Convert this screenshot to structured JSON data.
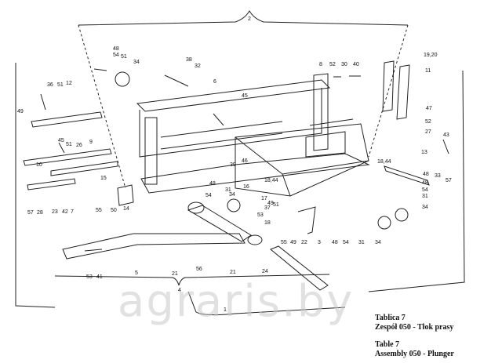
{
  "caption": {
    "pl_table": "Tablica 7",
    "pl_title": "Zespół 050 - Tłok prasy",
    "en_table": "Table 7",
    "en_title": "Assembly 050 - Plunger"
  },
  "watermark": "agraris.by",
  "part_labels": [
    {
      "id": "2",
      "text": "2"
    },
    {
      "id": "48a",
      "text": "48"
    },
    {
      "id": "54a",
      "text": "54"
    },
    {
      "id": "51a",
      "text": "51"
    },
    {
      "id": "34a",
      "text": "34"
    },
    {
      "id": "38",
      "text": "38"
    },
    {
      "id": "32",
      "text": "32"
    },
    {
      "id": "6",
      "text": "6"
    },
    {
      "id": "8",
      "text": "8"
    },
    {
      "id": "52a",
      "text": "52"
    },
    {
      "id": "30",
      "text": "30"
    },
    {
      "id": "40",
      "text": "40"
    },
    {
      "id": "1920",
      "text": "19,20"
    },
    {
      "id": "11",
      "text": "11"
    },
    {
      "id": "36",
      "text": "36"
    },
    {
      "id": "51b",
      "text": "51"
    },
    {
      "id": "12",
      "text": "12"
    },
    {
      "id": "49a",
      "text": "49"
    },
    {
      "id": "45a",
      "text": "45"
    },
    {
      "id": "47",
      "text": "47"
    },
    {
      "id": "52b",
      "text": "52"
    },
    {
      "id": "27",
      "text": "27"
    },
    {
      "id": "45b",
      "text": "45"
    },
    {
      "id": "51c",
      "text": "51"
    },
    {
      "id": "26",
      "text": "26"
    },
    {
      "id": "9",
      "text": "9"
    },
    {
      "id": "10",
      "text": "10"
    },
    {
      "id": "43",
      "text": "43"
    },
    {
      "id": "13",
      "text": "13"
    },
    {
      "id": "39",
      "text": "39"
    },
    {
      "id": "46",
      "text": "46"
    },
    {
      "id": "1844a",
      "text": "18,44"
    },
    {
      "id": "1844b",
      "text": "18,44"
    },
    {
      "id": "48b",
      "text": "48"
    },
    {
      "id": "33",
      "text": "33"
    },
    {
      "id": "57a",
      "text": "57"
    },
    {
      "id": "15",
      "text": "15"
    },
    {
      "id": "55a",
      "text": "55"
    },
    {
      "id": "50",
      "text": "50"
    },
    {
      "id": "14",
      "text": "14"
    },
    {
      "id": "48c",
      "text": "48"
    },
    {
      "id": "54b",
      "text": "54"
    },
    {
      "id": "31a",
      "text": "31"
    },
    {
      "id": "34b",
      "text": "34"
    },
    {
      "id": "16",
      "text": "16"
    },
    {
      "id": "17",
      "text": "17"
    },
    {
      "id": "37",
      "text": "37"
    },
    {
      "id": "49b",
      "text": "49"
    },
    {
      "id": "51d",
      "text": "51"
    },
    {
      "id": "53a",
      "text": "53"
    },
    {
      "id": "18",
      "text": "18"
    },
    {
      "id": "55b",
      "text": "55"
    },
    {
      "id": "49c",
      "text": "49"
    },
    {
      "id": "22",
      "text": "22"
    },
    {
      "id": "3",
      "text": "3"
    },
    {
      "id": "48d",
      "text": "48"
    },
    {
      "id": "54c",
      "text": "54"
    },
    {
      "id": "31b",
      "text": "31"
    },
    {
      "id": "34c",
      "text": "34"
    },
    {
      "id": "48e",
      "text": "48"
    },
    {
      "id": "54d",
      "text": "54"
    },
    {
      "id": "31c",
      "text": "31"
    },
    {
      "id": "34d",
      "text": "34"
    },
    {
      "id": "57b",
      "text": "57"
    },
    {
      "id": "28",
      "text": "28"
    },
    {
      "id": "23",
      "text": "23"
    },
    {
      "id": "42",
      "text": "42"
    },
    {
      "id": "7",
      "text": "7"
    },
    {
      "id": "53b",
      "text": "53"
    },
    {
      "id": "41",
      "text": "41"
    },
    {
      "id": "5",
      "text": "5"
    },
    {
      "id": "21a",
      "text": "21"
    },
    {
      "id": "56",
      "text": "56"
    },
    {
      "id": "21b",
      "text": "21"
    },
    {
      "id": "24",
      "text": "24"
    },
    {
      "id": "4",
      "text": "4"
    },
    {
      "id": "1",
      "text": "1"
    }
  ]
}
